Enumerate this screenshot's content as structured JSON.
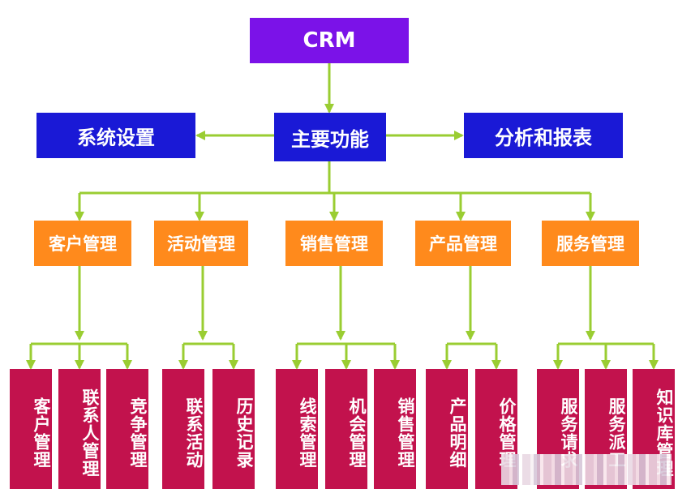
{
  "root": "CRM",
  "main": "主要功能",
  "side_left": "系统设置",
  "side_right": "分析和报表",
  "categories": [
    {
      "label": "客户管理",
      "children": [
        "客户管理",
        "联系人管理",
        "竞争管理"
      ]
    },
    {
      "label": "活动管理",
      "children": [
        "联系活动",
        "历史记录"
      ]
    },
    {
      "label": "销售管理",
      "children": [
        "线索管理",
        "机会管理",
        "销售管理"
      ]
    },
    {
      "label": "产品管理",
      "children": [
        "产品明细",
        "价格管理"
      ]
    },
    {
      "label": "服务管理",
      "children": [
        "服务请求",
        "服务派工",
        "知识库管理"
      ]
    }
  ],
  "colors": {
    "root": "#7b12e8",
    "main": "#1a19d6",
    "category": "#ff8a1c",
    "leaf": "#c2124d",
    "arrow": "#9acd32"
  }
}
